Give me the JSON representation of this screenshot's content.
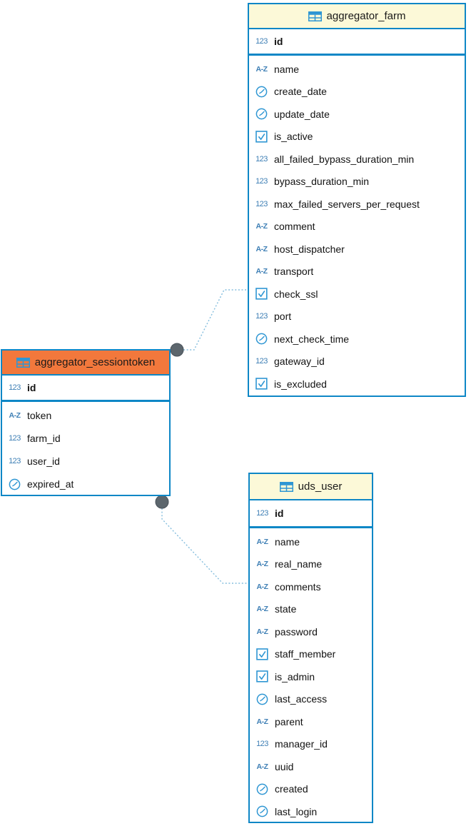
{
  "diagram": {
    "tables": [
      {
        "name": "aggregator_farm",
        "selected": false,
        "primary_key": [
          {
            "name": "id",
            "type": "number"
          }
        ],
        "columns": [
          {
            "name": "name",
            "type": "text"
          },
          {
            "name": "create_date",
            "type": "datetime"
          },
          {
            "name": "update_date",
            "type": "datetime"
          },
          {
            "name": "is_active",
            "type": "boolean"
          },
          {
            "name": "all_failed_bypass_duration_min",
            "type": "number"
          },
          {
            "name": "bypass_duration_min",
            "type": "number"
          },
          {
            "name": "max_failed_servers_per_request",
            "type": "number"
          },
          {
            "name": "comment",
            "type": "text"
          },
          {
            "name": "host_dispatcher",
            "type": "text"
          },
          {
            "name": "transport",
            "type": "text"
          },
          {
            "name": "check_ssl",
            "type": "boolean"
          },
          {
            "name": "port",
            "type": "number"
          },
          {
            "name": "next_check_time",
            "type": "datetime"
          },
          {
            "name": "gateway_id",
            "type": "number"
          },
          {
            "name": "is_excluded",
            "type": "boolean"
          }
        ]
      },
      {
        "name": "aggregator_sessiontoken",
        "selected": true,
        "primary_key": [
          {
            "name": "id",
            "type": "number"
          }
        ],
        "columns": [
          {
            "name": "token",
            "type": "text"
          },
          {
            "name": "farm_id",
            "type": "number"
          },
          {
            "name": "user_id",
            "type": "number"
          },
          {
            "name": "expired_at",
            "type": "datetime"
          }
        ]
      },
      {
        "name": "uds_user",
        "selected": false,
        "primary_key": [
          {
            "name": "id",
            "type": "number"
          }
        ],
        "columns": [
          {
            "name": "name",
            "type": "text"
          },
          {
            "name": "real_name",
            "type": "text"
          },
          {
            "name": "comments",
            "type": "text"
          },
          {
            "name": "state",
            "type": "text"
          },
          {
            "name": "password",
            "type": "text"
          },
          {
            "name": "staff_member",
            "type": "boolean"
          },
          {
            "name": "is_admin",
            "type": "boolean"
          },
          {
            "name": "last_access",
            "type": "datetime"
          },
          {
            "name": "parent",
            "type": "text"
          },
          {
            "name": "manager_id",
            "type": "number"
          },
          {
            "name": "uuid",
            "type": "text"
          },
          {
            "name": "created",
            "type": "datetime"
          },
          {
            "name": "last_login",
            "type": "datetime"
          }
        ]
      }
    ],
    "connections": [
      {
        "from": "aggregator_sessiontoken",
        "to": "aggregator_farm"
      },
      {
        "from": "aggregator_sessiontoken",
        "to": "uds_user"
      }
    ],
    "type_icon_labels": {
      "number": "123",
      "text": "A-Z"
    },
    "colors": {
      "table_border": "#0e87c6",
      "header_background": "#fcf9d8",
      "selected_header_background": "#f2783c",
      "relation_line": "#85bede",
      "anchor_dot": "#5c666d",
      "type_icon_blue": "#3e7fb5",
      "shape_icon_blue": "#2e96d3",
      "column_text": "#121212"
    }
  }
}
